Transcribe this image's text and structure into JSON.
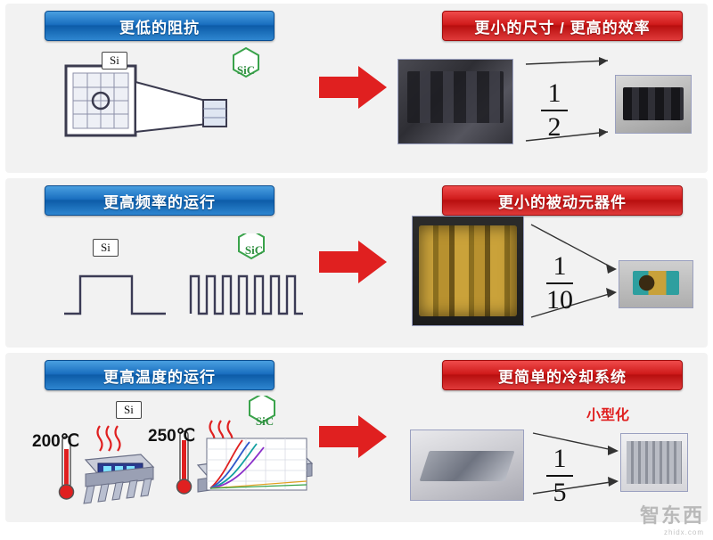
{
  "page": {
    "watermark": "智东西",
    "watermark_sub": "zhidx.com"
  },
  "rows": [
    {
      "id": "row-lower-resistance",
      "left_banner": "更低的阻抗",
      "right_banner": "更小的尺寸 / 更高的效率",
      "fraction_numerator": "1",
      "fraction_denominator": "2",
      "left_diagram": {
        "si_label": "Si",
        "sic_label": "SiC"
      },
      "photos": [
        {
          "name": "large-power-module-photo"
        },
        {
          "name": "small-power-module-photo"
        }
      ]
    },
    {
      "id": "row-higher-frequency",
      "left_banner": "更高频率的运行",
      "right_banner": "更小的被动元器件",
      "fraction_numerator": "1",
      "fraction_denominator": "10",
      "left_diagram": {
        "si_label": "Si",
        "sic_label": "SiC"
      },
      "photos": [
        {
          "name": "large-transformer-photo"
        },
        {
          "name": "small-inductor-photo"
        }
      ]
    },
    {
      "id": "row-higher-temperature",
      "left_banner": "更高温度的运行",
      "right_banner": "更简单的冷却系统",
      "fraction_numerator": "1",
      "fraction_denominator": "5",
      "note": "小型化",
      "left_diagram": {
        "si_label": "Si",
        "sic_label": "SiC",
        "temp_si": "200℃",
        "temp_sic": "250℃"
      },
      "photos": [
        {
          "name": "liquid-cooling-plate-photo"
        },
        {
          "name": "finned-heatsink-photo"
        }
      ]
    }
  ]
}
